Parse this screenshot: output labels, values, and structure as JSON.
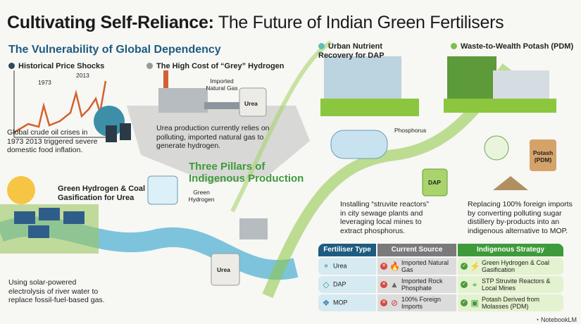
{
  "title": {
    "bold": "Cultivating Self-Reliance:",
    "rest": " The Future of Indian Green Fertilisers"
  },
  "vulnerability": {
    "heading": "The Vulnerability of Global Dependency",
    "price_shocks": {
      "title": "Historical Price Shocks",
      "years": [
        "1973",
        "2013"
      ],
      "text": "Global crude oil crises in 1973 2013 triggered severe domestic food inflation."
    },
    "grey_hydrogen": {
      "title": "The High Cost of “Grey” Hydrogen",
      "gas_label": "Imported Natural Gas",
      "bag_label": "Urea",
      "text": "Urea production currently relies on polluting, imported natural gas to generate hydrogen."
    }
  },
  "pillars_heading": "Three Pillars of Indigenous Production",
  "green_hydrogen": {
    "title": "Green Hydrogen & Coal Gasification for Urea",
    "h2_label": "Green Hydrogen",
    "bag_label": "Urea",
    "text": "Using solar-powered electrolysis of river water to replace fossil-fuel-based gas."
  },
  "urban": {
    "title": "Urban Nutrient Recovery for DAP",
    "phos_label": "Phosphorus",
    "bag_label": "DAP",
    "text": "Installing “struvite reactors” in city sewage plants and leveraging local mines to extract phosphorus."
  },
  "potash": {
    "title": "Waste-to-Wealth Potash (PDM)",
    "bag_label": "Potash (PDM)",
    "text": "Replacing 100% foreign imports by converting polluting sugar distillery by-products into an indigenous alternative to MOP."
  },
  "table": {
    "headers": [
      "Fertiliser Type",
      "Current Source",
      "Indigenous Strategy"
    ],
    "rows": [
      {
        "type": "Urea",
        "source": "Imported Natural Gas",
        "strategy": "Green Hydrogen & Coal Gasification"
      },
      {
        "type": "DAP",
        "source": "Imported Rock Phosphate",
        "strategy": "STP Struvite Reactors & Local Mines"
      },
      {
        "type": "MOP",
        "source": "100% Foreign Imports",
        "strategy": "Potash Derived from Molasses (PDM)"
      }
    ],
    "colors": {
      "type": "#1e5b80",
      "source": "#7a7a7a",
      "strategy": "#3e9a3a"
    }
  },
  "watermark": "NotebookLM"
}
